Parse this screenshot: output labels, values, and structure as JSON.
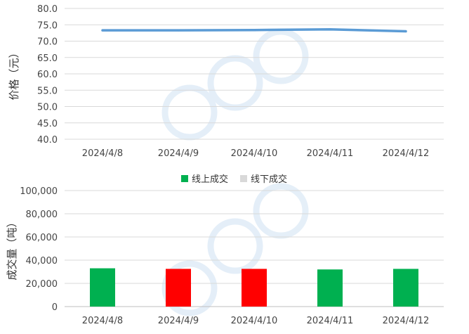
{
  "chart_data": [
    {
      "type": "line",
      "categories": [
        "2024/4/8",
        "2024/4/9",
        "2024/4/10",
        "2024/4/11",
        "2024/4/12"
      ],
      "series": [
        {
          "values": [
            73.3,
            73.3,
            73.4,
            73.6,
            73.0
          ],
          "color": "#5b9bd5"
        }
      ],
      "ylabel": "价格（元）",
      "ylim": [
        40,
        80
      ],
      "yticks": [
        "40.0",
        "45.0",
        "50.0",
        "55.0",
        "60.0",
        "65.0",
        "70.0",
        "75.0",
        "80.0"
      ],
      "grid": true
    },
    {
      "type": "bar",
      "categories": [
        "2024/4/8",
        "2024/4/9",
        "2024/4/10",
        "2024/4/11",
        "2024/4/12"
      ],
      "series": [
        {
          "name": "线上成交",
          "values": [
            33000,
            32500,
            32500,
            32000,
            32500
          ],
          "color": "#00b050"
        },
        {
          "name": "线下成交",
          "values": [
            0,
            0,
            0,
            0,
            0
          ],
          "color": "#d9d9d9"
        }
      ],
      "bar_colors": [
        "#00b050",
        "#ff0000",
        "#ff0000",
        "#00b050",
        "#00b050"
      ],
      "ylabel": "成交量（吨）",
      "ylim": [
        0,
        100000
      ],
      "yticks": [
        "0",
        "20,000",
        "40,000",
        "60,000",
        "80,000",
        "100,000"
      ],
      "legend": "top-center",
      "grid": true
    }
  ]
}
